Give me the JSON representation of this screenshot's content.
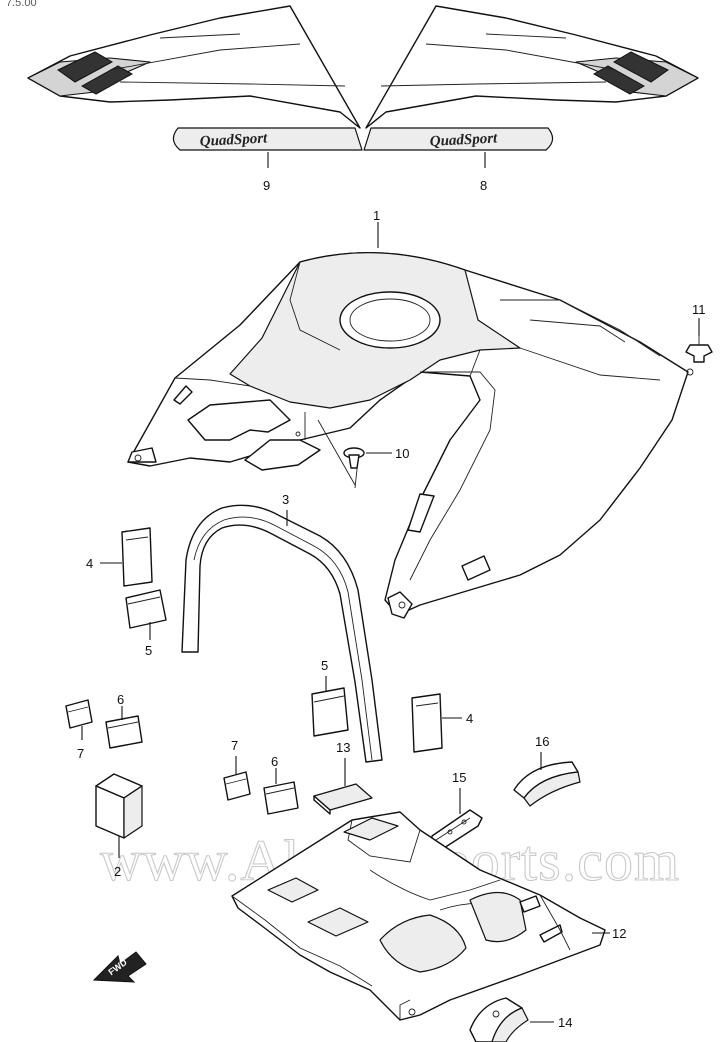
{
  "header_fragment": "7.5.00",
  "watermark": "www.Alpha-Sports.com",
  "decal_brand": "QuadSport",
  "direction_label": "FWD",
  "callouts": {
    "c1": "1",
    "c2": "2",
    "c3": "3",
    "c4a": "4",
    "c4b": "4",
    "c5a": "5",
    "c5b": "5",
    "c6a": "6",
    "c6b": "6",
    "c7a": "7",
    "c7b": "7",
    "c8": "8",
    "c9": "9",
    "c10": "10",
    "c11": "11",
    "c12": "12",
    "c13": "13",
    "c14": "14",
    "c15": "15",
    "c16": "16"
  }
}
